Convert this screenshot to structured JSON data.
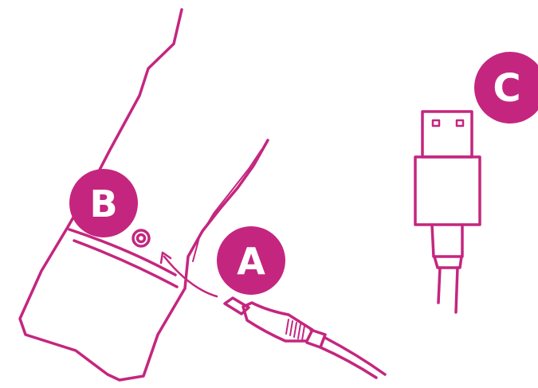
{
  "colors": {
    "line": "#c4267f",
    "badge_fill": "#c4267f",
    "badge_text": "#ffffff",
    "background": "#ffffff"
  },
  "labels": {
    "a": "A",
    "b": "B",
    "c": "C"
  },
  "icons": {
    "device": "handheld-device-outline",
    "connector": "barrel-plug-connector",
    "port": "dc-power-port",
    "usb": "usb-a-cable-connector",
    "arrow": "insert-direction-arrow"
  }
}
